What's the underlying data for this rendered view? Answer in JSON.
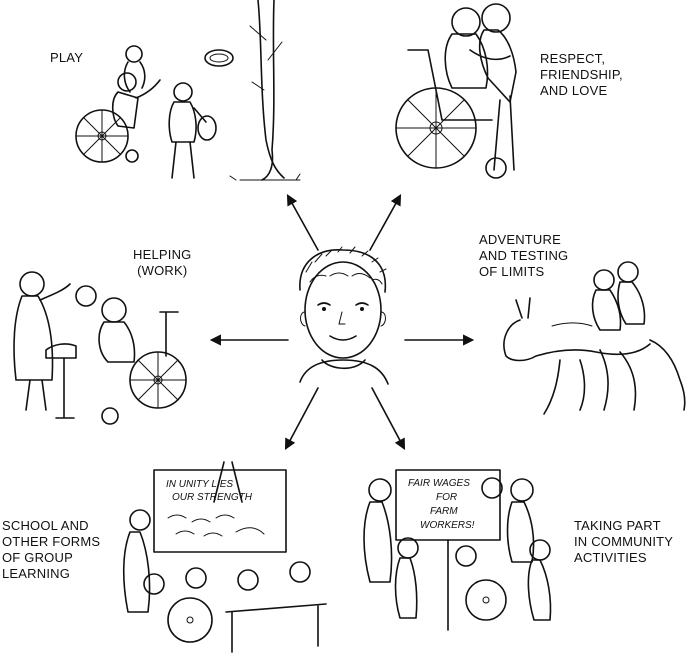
{
  "labels": {
    "play": [
      "PLAY"
    ],
    "respect": [
      "RESPECT,",
      "FRIENDSHIP,",
      "AND LOVE"
    ],
    "helping": [
      "HELPING",
      "(WORK)"
    ],
    "adventure": [
      "ADVENTURE",
      "AND TESTING",
      "OF LIMITS"
    ],
    "school": [
      "SCHOOL AND",
      "OTHER FORMS",
      "OF GROUP",
      "LEARNING"
    ],
    "community": [
      "TAKING PART",
      "IN COMMUNITY",
      "ACTIVITIES"
    ]
  },
  "signs": {
    "school": [
      "IN UNITY LIES",
      "OUR STRENGTH"
    ],
    "community": [
      "FAIR WAGES",
      "FOR",
      "FARM",
      "WORKERS!"
    ]
  },
  "colors": {
    "ink": "#111111",
    "paper": "#ffffff"
  }
}
